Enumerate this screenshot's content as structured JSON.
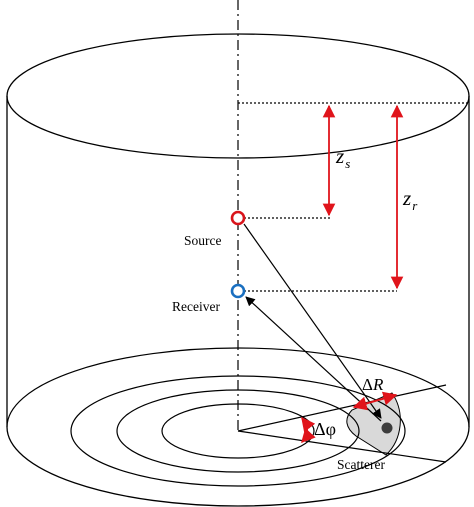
{
  "labels": {
    "source": "Source",
    "receiver": "Receiver",
    "scatterer": "Scatterer",
    "zs_base": "z",
    "zs_sub": "s",
    "zr_base": "z",
    "zr_sub": "r",
    "delta_r_symbol": "Δ",
    "delta_r_var": "R",
    "delta_phi": "Δφ"
  },
  "colors": {
    "outline": "#000000",
    "source": "#d9141b",
    "receiver": "#1a6fc0",
    "dimension_arrow": "#e0141b",
    "scatter_region": "#d9d9d9",
    "scatterer_point": "#3c3c3c"
  }
}
